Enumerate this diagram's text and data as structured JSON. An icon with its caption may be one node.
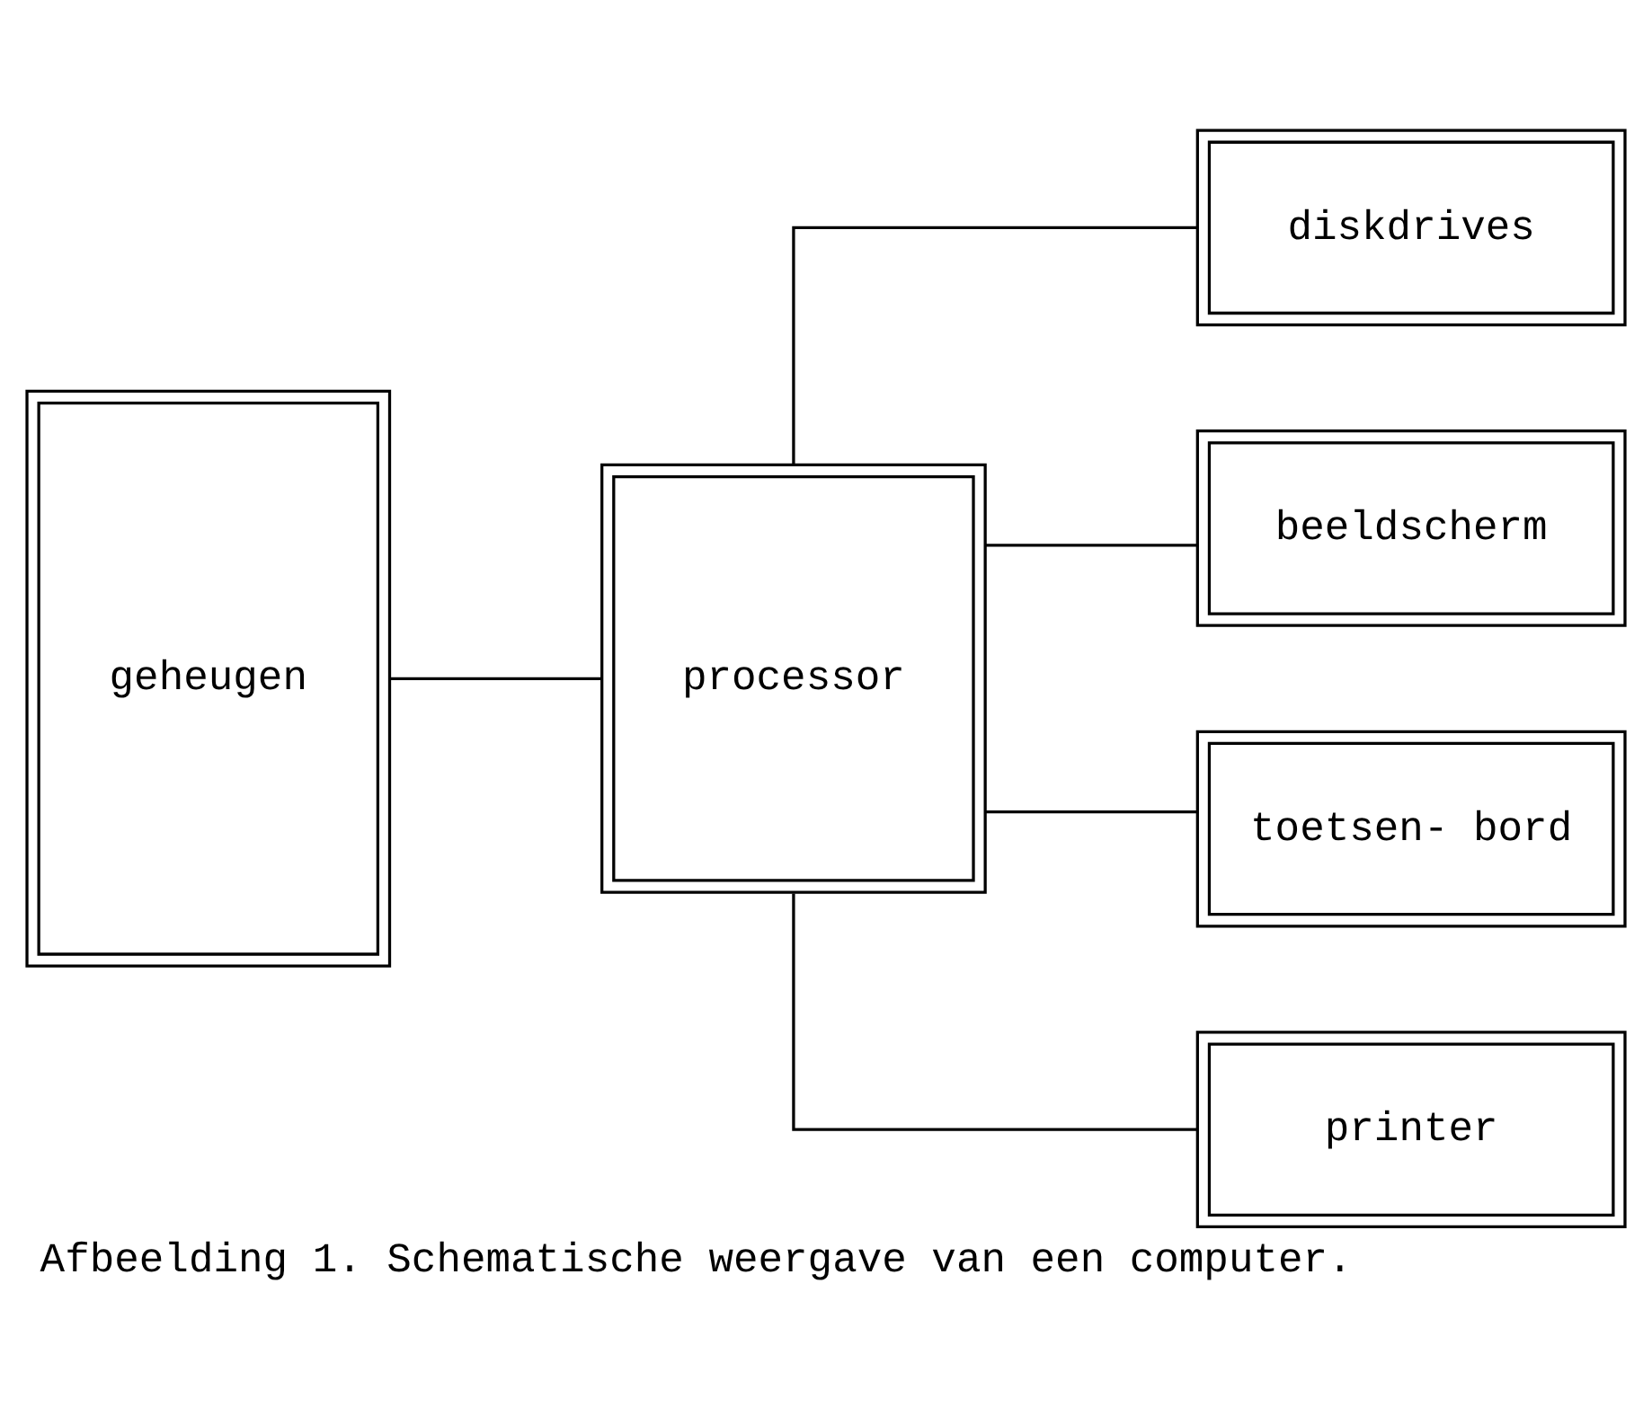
{
  "diagram": {
    "caption": "Afbeelding 1. Schematische weergave van een computer.",
    "nodes": [
      {
        "text": [
          "geheugen"
        ]
      },
      {
        "text": [
          "processor"
        ]
      },
      {
        "text": [
          "diskdrives"
        ]
      },
      {
        "text": [
          "beeldscherm"
        ]
      },
      {
        "text": [
          "toetsen- bord"
        ]
      },
      {
        "text": [
          "printer"
        ]
      }
    ],
    "edges": [
      {
        "from": 0,
        "to": 1,
        "arrow": "none"
      },
      {
        "from": 1,
        "to": 2,
        "arrow": "none"
      },
      {
        "from": 1,
        "to": 3,
        "arrow": "none"
      },
      {
        "from": 1,
        "to": 4,
        "arrow": "none"
      },
      {
        "from": 1,
        "to": 5,
        "arrow": "none"
      }
    ]
  }
}
